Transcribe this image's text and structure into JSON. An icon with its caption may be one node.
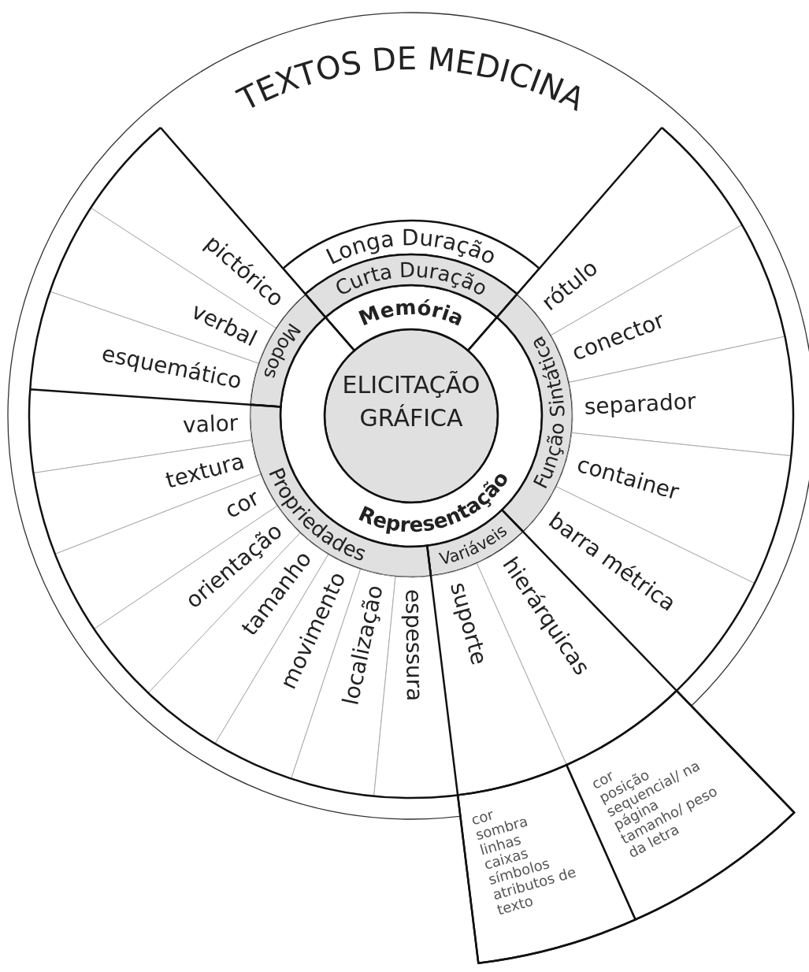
{
  "diagram": {
    "nodes": [
      {
        "text": [
          "TEXTOS DE MEDICINA"
        ]
      },
      {
        "text": [
          "ELICITAÇÃO GRÁFICA"
        ],
        "in": 0
      },
      {
        "text": [
          "Memória"
        ],
        "in": 0
      },
      {
        "text": [
          "Representação"
        ],
        "in": 0
      },
      {
        "text": [
          "Longa Duração"
        ],
        "in": 0
      },
      {
        "text": [
          "Curta Duração"
        ],
        "in": 0
      },
      {
        "text": [
          "Modos"
        ],
        "in": 0
      },
      {
        "text": [
          "Função Sintática"
        ],
        "in": 0
      },
      {
        "text": [
          "Variáveis"
        ],
        "in": 0
      },
      {
        "text": [
          "Propriedades"
        ],
        "in": 0
      },
      {
        "text": [
          "pictórico"
        ],
        "in": 0
      },
      {
        "text": [
          "verbal"
        ],
        "in": 0
      },
      {
        "text": [
          "esquemático"
        ],
        "in": 0
      },
      {
        "text": [
          "rótulo"
        ],
        "in": 0
      },
      {
        "text": [
          "conector"
        ],
        "in": 0
      },
      {
        "text": [
          "separador"
        ],
        "in": 0
      },
      {
        "text": [
          "container"
        ],
        "in": 0
      },
      {
        "text": [
          "barra métrica"
        ],
        "in": 0
      },
      {
        "text": [
          "hierárquicas"
        ],
        "in": 0
      },
      {
        "text": [
          "suporte"
        ],
        "in": 0
      },
      {
        "text": [
          "cor",
          "sombra",
          "linhas",
          "caixas",
          "símbolos",
          "atributos de texto"
        ]
      },
      {
        "text": [
          "cor",
          "posição sequencial/ na página",
          "tamanho/ peso da letra"
        ]
      },
      {
        "text": [
          "valor"
        ],
        "in": 0
      },
      {
        "text": [
          "textura"
        ],
        "in": 0
      },
      {
        "text": [
          "cor"
        ],
        "in": 0
      },
      {
        "text": [
          "orientação"
        ],
        "in": 0
      },
      {
        "text": [
          "tamanho"
        ],
        "in": 0
      },
      {
        "text": [
          "movimento"
        ],
        "in": 0
      },
      {
        "text": [
          "localização"
        ],
        "in": 0
      },
      {
        "text": [
          "espessura"
        ],
        "in": 0
      }
    ]
  }
}
